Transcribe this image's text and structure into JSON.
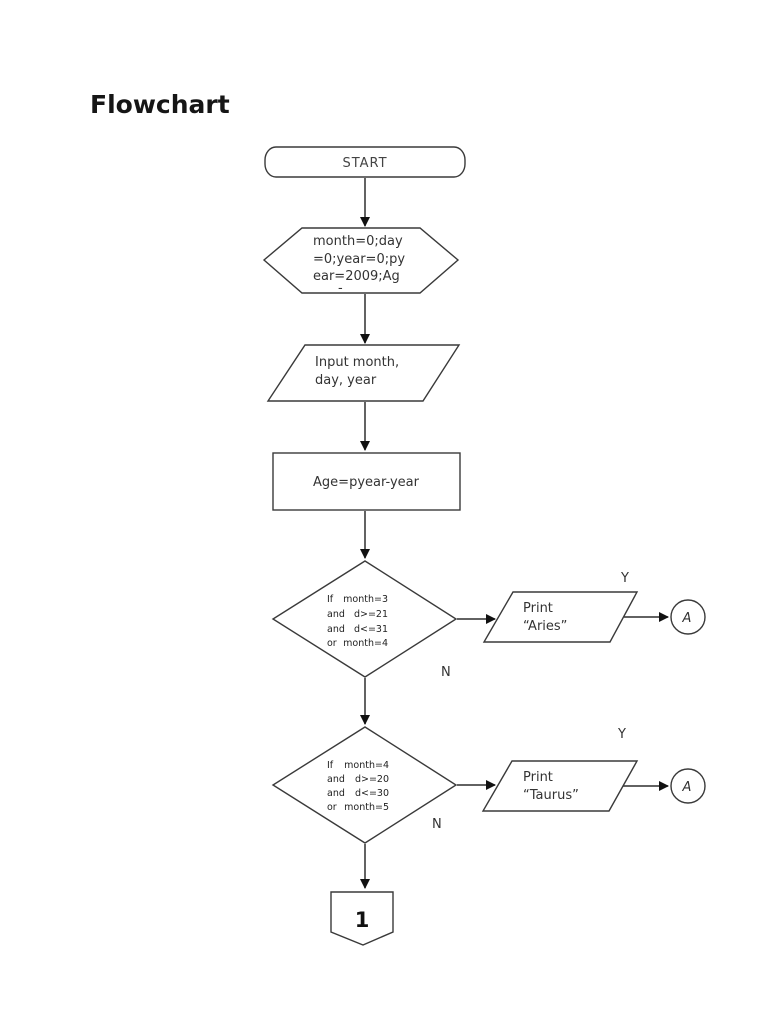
{
  "page": {
    "title": "Flowchart"
  },
  "flowchart": {
    "nodes": {
      "start": {
        "type": "terminator",
        "label": "START"
      },
      "init": {
        "type": "preparation",
        "lines": [
          "month=0;day",
          "=0;year=0;py",
          "ear=2009;Ag"
        ],
        "clipped_line": "-"
      },
      "input": {
        "type": "input-parallelogram",
        "lines": [
          "Input month,",
          "day, year"
        ]
      },
      "process": {
        "type": "process",
        "label": "Age=pyear-year"
      },
      "decision1": {
        "type": "decision",
        "lines": [
          {
            "kw": "If",
            "cond": "month=3"
          },
          {
            "kw": "and",
            "cond": "d>=21"
          },
          {
            "kw": "and",
            "cond": "d<=31"
          },
          {
            "kw": "or",
            "cond": "month=4"
          }
        ]
      },
      "print_aries": {
        "type": "output-parallelogram",
        "lines": [
          "Print",
          "“Aries”"
        ]
      },
      "connector_aries": {
        "type": "on-page-connector",
        "label": "A"
      },
      "decision2": {
        "type": "decision",
        "lines": [
          {
            "kw": "If",
            "cond": "month=4"
          },
          {
            "kw": "and",
            "cond": "d>=20"
          },
          {
            "kw": "and",
            "cond": "d<=30"
          },
          {
            "kw": "or",
            "cond": "month=5"
          }
        ]
      },
      "print_taurus": {
        "type": "output-parallelogram",
        "lines": [
          "Print",
          "“Taurus”"
        ]
      },
      "connector_taurus": {
        "type": "on-page-connector",
        "label": "A"
      },
      "offpage": {
        "type": "off-page-connector",
        "label": "1"
      }
    },
    "edge_labels": {
      "yes1": "Y",
      "no1": "N",
      "yes2": "Y",
      "no2": "N"
    },
    "stroke_color": "#3a3a3a",
    "arrow_color": "#111111"
  }
}
